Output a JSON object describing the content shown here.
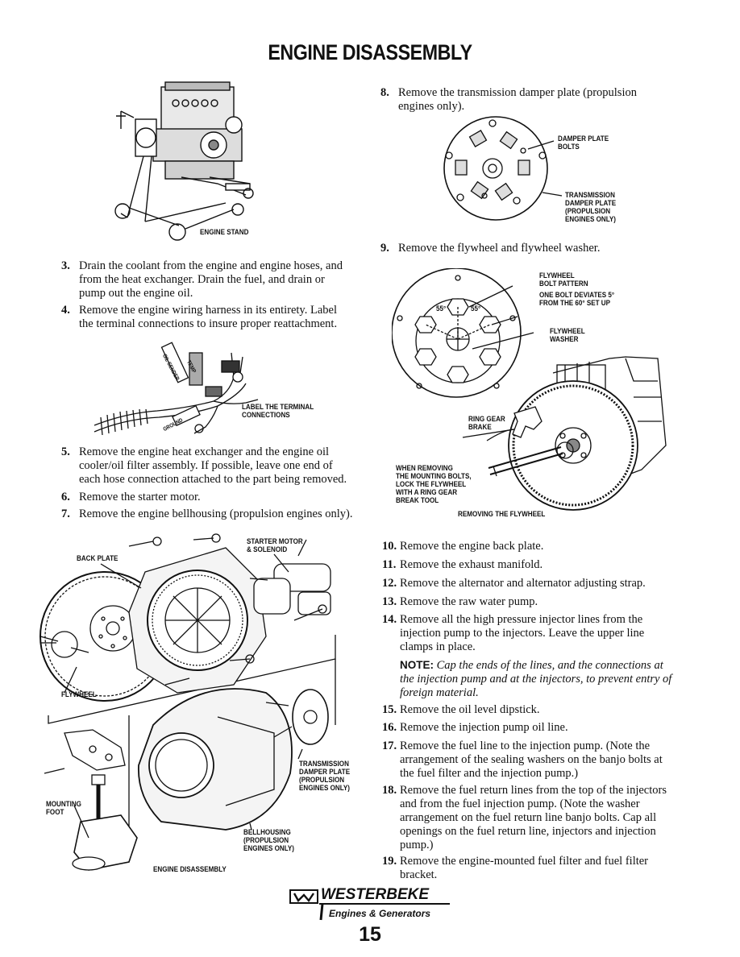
{
  "page": {
    "title": "ENGINE DISASSEMBLY",
    "number": "15"
  },
  "steps": [
    {
      "num": "3.",
      "text": "Drain the coolant from the engine and engine hoses, and from the heat exchanger. Drain the fuel, and drain or pump out the engine oil."
    },
    {
      "num": "4.",
      "text": "Remove the engine wiring harness in its entirety. Label the terminal connections to insure proper reattachment."
    },
    {
      "num": "5.",
      "text": "Remove the engine heat exchanger and the engine oil cooler/oil filter assembly. If possible, leave one end of each hose connection attached to the part being removed."
    },
    {
      "num": "6.",
      "text": "Remove the starter motor."
    },
    {
      "num": "7.",
      "text": "Remove the engine bellhousing (propulsion engines only)."
    },
    {
      "num": "8.",
      "text": "Remove the transmission damper plate (propulsion engines only)."
    },
    {
      "num": "9.",
      "text": "Remove the flywheel and flywheel washer."
    },
    {
      "num": "10.",
      "text": "Remove the engine back plate."
    },
    {
      "num": "11.",
      "text": "Remove the exhaust manifold."
    },
    {
      "num": "12.",
      "text": "Remove the alternator and alternator adjusting strap."
    },
    {
      "num": "13.",
      "text": "Remove the raw water pump."
    },
    {
      "num": "14.",
      "text": "Remove all the high pressure injector lines from the injection pump to the injectors. Leave the upper line clamps in place."
    },
    {
      "num": "15.",
      "text": "Remove the oil level dipstick."
    },
    {
      "num": "16.",
      "text": "Remove the injection pump oil line."
    },
    {
      "num": "17.",
      "text": "Remove the fuel line to the injection pump. (Note the arrangement of the sealing washers on the banjo bolts at the fuel filter and the injection pump.)"
    },
    {
      "num": "18.",
      "text": "Remove the fuel return lines from the top of the injectors and from the fuel injection pump. (Note the washer arrangement on the fuel return line banjo bolts. Cap all openings on the fuel return line, injectors and injection pump.)"
    },
    {
      "num": "19.",
      "text": "Remove the engine-mounted fuel filter and fuel filter bracket."
    }
  ],
  "note": {
    "keyword": "NOTE:",
    "body": "Cap the ends of the lines, and the connections at the injection pump and at the injectors, to prevent entry of foreign material."
  },
  "figures": {
    "engine_stand": {
      "label": "ENGINE STAND"
    },
    "wiring": {
      "label": "LABEL THE TERMINAL\nCONNECTIONS",
      "tag_oil": "OIL SENDER",
      "tag_ground": "GROUND",
      "tag_temp": "TEMP"
    },
    "damper_plate": {
      "bolts_label": "DAMPER PLATE\nBOLTS",
      "plate_label": "TRANSMISSION\nDAMPER PLATE\n(PROPULSION\nENGINES ONLY)"
    },
    "flywheel": {
      "pattern_label": "FLYWHEEL\nBOLT PATTERN",
      "deviation_label": "ONE BOLT DEVIATES 5°\nFROM THE 60° SET UP",
      "washer_label": "FLYWHEEL\nWASHER",
      "angle_left": "55°",
      "angle_right": "55°",
      "ring_gear_label": "RING GEAR\nBRAKE",
      "instruction": "WHEN REMOVING\nTHE MOUNTING BOLTS,\nLOCK THE FLYWHEEL\nWITH A RING GEAR\nBREAK TOOL",
      "caption": "REMOVING THE FLYWHEEL"
    },
    "disassembly": {
      "starter_label": "STARTER MOTOR\n& SOLENOID",
      "back_plate_label": "BACK PLATE",
      "flywheel_label": "FLYWHEEL",
      "mounting_foot_label": "MOUNTING\nFOOT",
      "damper_label": "TRANSMISSION\nDAMPER PLATE\n(PROPULSION\nENGINES ONLY)",
      "bellhousing_label": "BELLHOUSING\n(PROPULSION\nENGINES ONLY)",
      "caption": "ENGINE DISASSEMBLY"
    }
  },
  "brand": {
    "logo_letter": "W",
    "name": "WESTERBEKE",
    "tagline": "Engines & Generators"
  }
}
